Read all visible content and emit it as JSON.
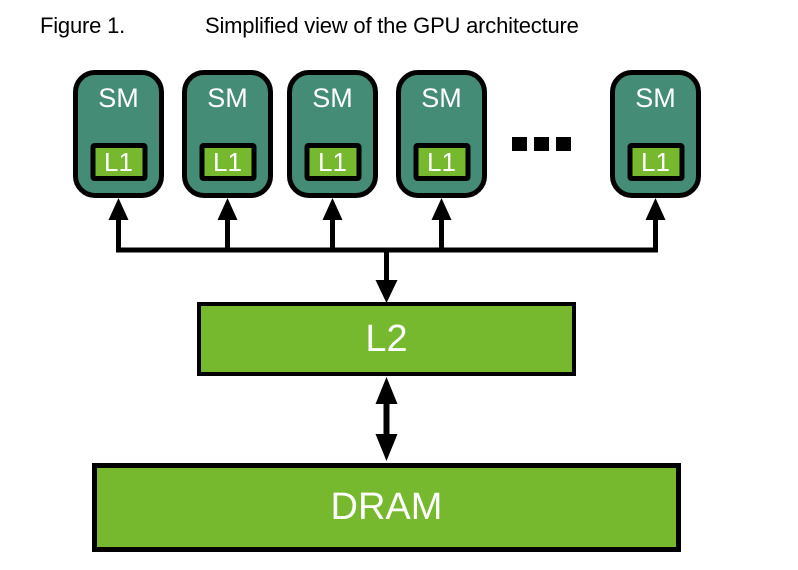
{
  "figure": {
    "label": "Figure 1.",
    "title": "Simplified view of the GPU architecture"
  },
  "diagram": {
    "sm_units": [
      {
        "label": "SM",
        "cache_label": "L1"
      },
      {
        "label": "SM",
        "cache_label": "L1"
      },
      {
        "label": "SM",
        "cache_label": "L1"
      },
      {
        "label": "SM",
        "cache_label": "L1"
      },
      {
        "label": "SM",
        "cache_label": "L1"
      }
    ],
    "ellipsis": "...",
    "l2": {
      "label": "L2"
    },
    "dram": {
      "label": "DRAM"
    },
    "colors": {
      "sm_fill": "#448C76",
      "cache_fill": "#76B82E",
      "outline": "#000000",
      "label_text": "#FFFFFF",
      "caption_text": "#000000"
    }
  }
}
